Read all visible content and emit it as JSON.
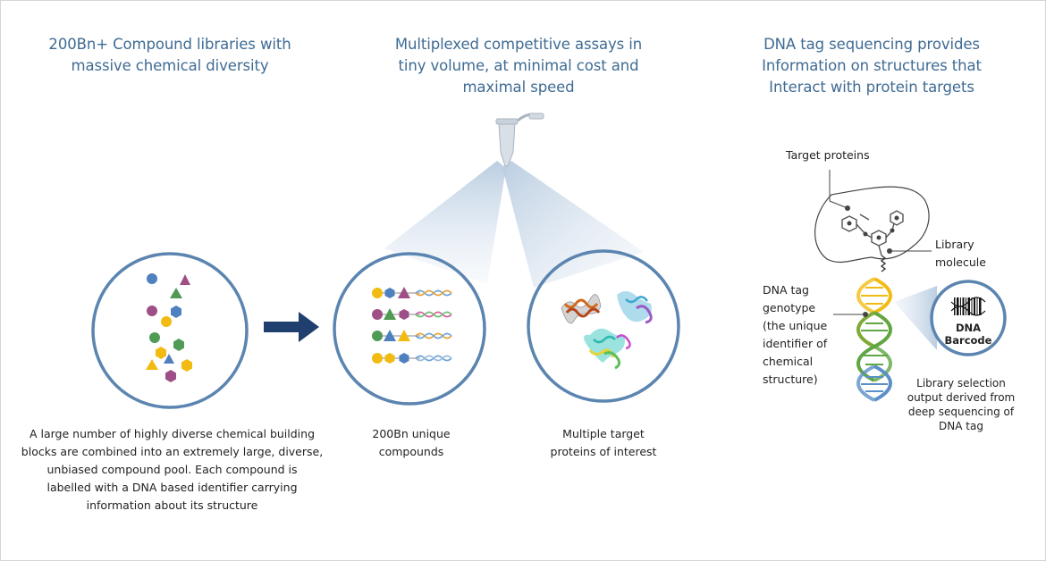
{
  "headings": {
    "left": [
      "200Bn+ Compound libraries with",
      "massive chemical diversity"
    ],
    "middle": [
      "Multiplexed competitive assays in",
      "tiny volume, at minimal cost and",
      "maximal speed"
    ],
    "right": [
      "DNA tag sequencing provides",
      "Information on structures that",
      "Interact with protein targets"
    ]
  },
  "captions": {
    "left": [
      "A large number of highly diverse chemical building",
      "blocks are combined into an extremely large, diverse,",
      "unbiased compound pool. Each compound is",
      "labelled with a DNA based identifier carrying",
      "information about its structure"
    ],
    "compounds": [
      "200Bn unique",
      "compounds"
    ],
    "proteins": [
      "Multiple target",
      "proteins of interest"
    ]
  },
  "right_labels": {
    "target_proteins": "Target proteins",
    "library_molecule": [
      "Library",
      "molecule"
    ],
    "dna_tag": [
      "DNA tag",
      "genotype",
      "(the unique",
      "identifier of",
      "chemical",
      "structure)"
    ],
    "barcode": [
      "DNA",
      "Barcode"
    ],
    "selection_output": [
      "Library selection",
      "output derived from",
      "deep sequencing of",
      "DNA tag"
    ]
  },
  "colors": {
    "heading": "#3f6b93",
    "circle_stroke": "#5b85b0",
    "arrow": "#1f3f6e",
    "blue_shape": "#4f80c0",
    "purple_shape": "#9e4f87",
    "green_shape": "#4f9a54",
    "yellow_shape": "#f2bb12"
  },
  "icons": [
    "arrow-right-icon",
    "microtube-icon",
    "barcode-icon",
    "dna-helix-icon",
    "protein-structure-icon"
  ]
}
